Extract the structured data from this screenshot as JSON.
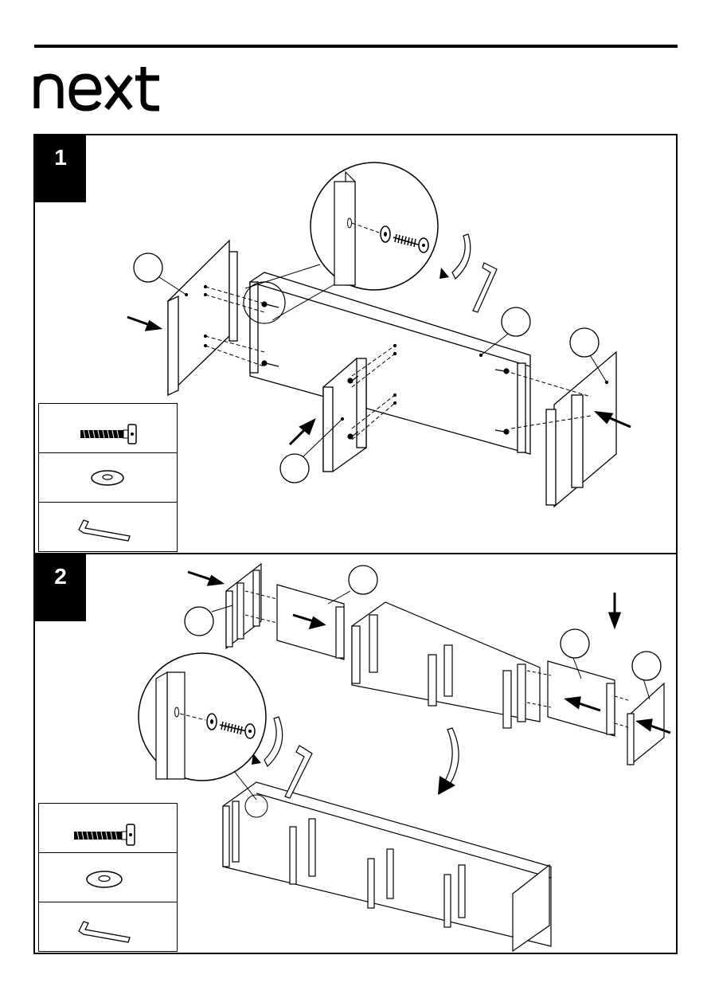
{
  "brand": {
    "logo_text": "next"
  },
  "steps": [
    {
      "number": "1",
      "hardware": [
        {
          "icon": "bolt-icon"
        },
        {
          "icon": "washer-icon"
        },
        {
          "icon": "allen-key-icon"
        }
      ]
    },
    {
      "number": "2",
      "hardware": [
        {
          "icon": "bolt-icon"
        },
        {
          "icon": "washer-icon"
        },
        {
          "icon": "allen-key-icon"
        }
      ]
    }
  ]
}
